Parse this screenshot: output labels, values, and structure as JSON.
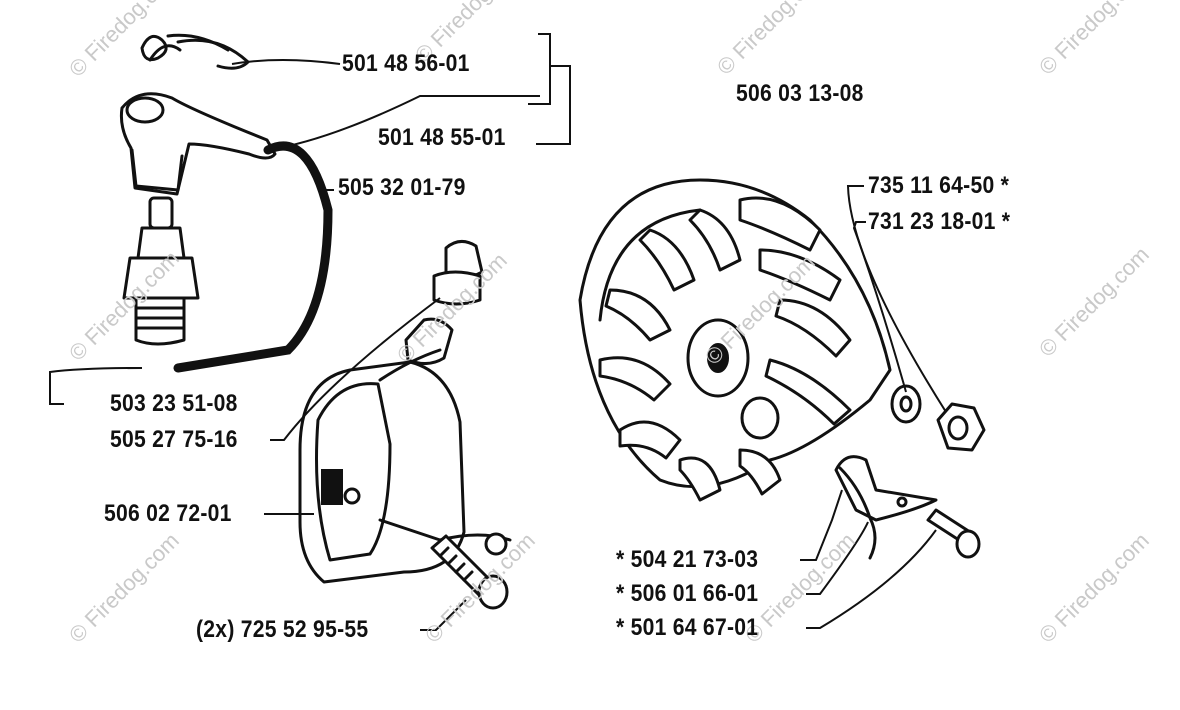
{
  "diagram": {
    "assembly_number": "506 03 13-08",
    "watermark": "© Firedog.com",
    "parts": {
      "spring_clip": "501 48 56-01",
      "plug_cap": "501 48 55-01",
      "ignition_lead": "505 32 01-79",
      "spark_plug": "503 23 51-08",
      "terminal": "505 27 75-16",
      "ignition_module": "506 02 72-01",
      "module_screws": "(2x) 725 52 95-55",
      "flywheel_nut": "735 11 64-50  *",
      "washer": "731 23 18-01  *",
      "pawl": "* 504 21 73-03",
      "pawl_spring": "* 506 01 66-01",
      "pawl_screw": "* 501 64 67-01"
    }
  }
}
